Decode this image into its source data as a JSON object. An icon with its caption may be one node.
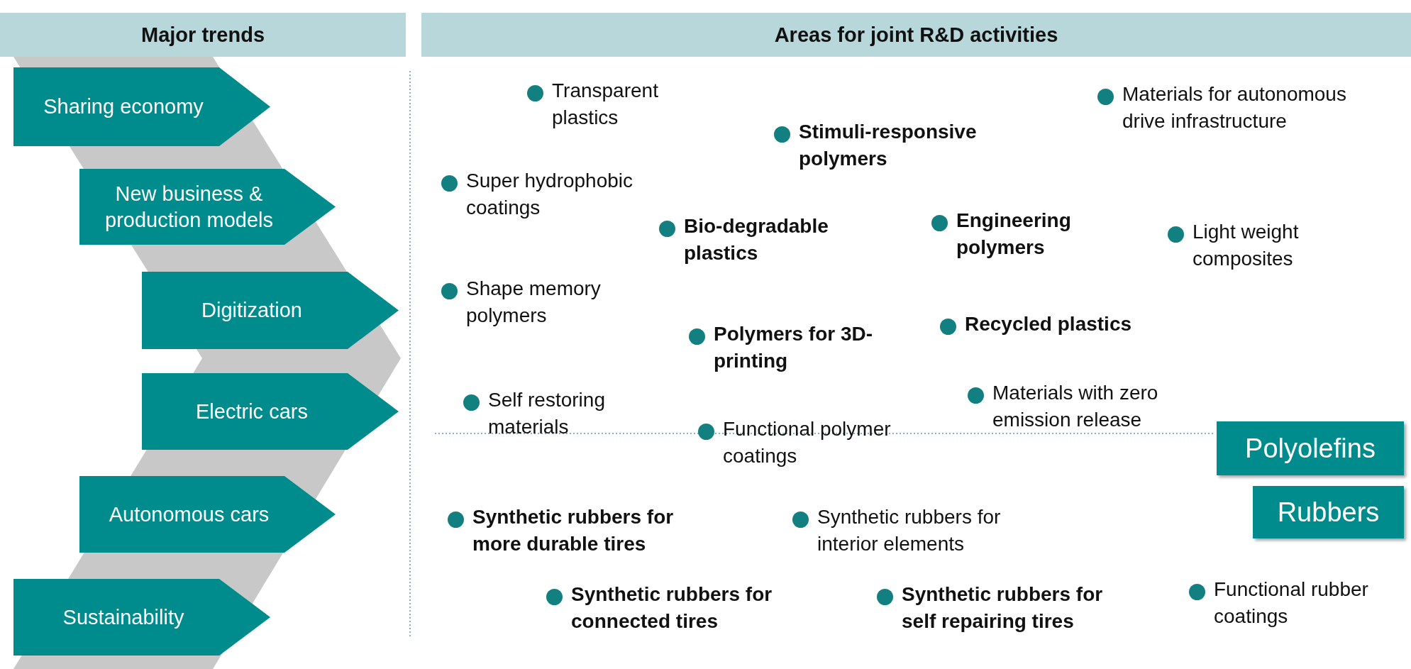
{
  "diagram": {
    "nodes": [
      {
        "text": [
          "Major trends"
        ]
      },
      {
        "text": [
          "Areas for joint R&D activities"
        ]
      },
      {
        "text": [
          "Sharing economy"
        ]
      },
      {
        "text": [
          "New business & production models"
        ]
      },
      {
        "text": [
          "Digitization"
        ]
      },
      {
        "text": [
          "Electric cars"
        ]
      },
      {
        "text": [
          "Autonomous cars"
        ]
      },
      {
        "text": [
          "Sustainability"
        ]
      },
      {
        "text": [
          "Polyolefins"
        ]
      },
      {
        "text": [
          "Rubbers"
        ]
      }
    ],
    "labels": [
      "Transparent plastics",
      "Materials for autonomous drive infrastructure",
      "Stimuli-responsive polymers",
      "Super hydrophobic coatings",
      "Bio-degradable plastics",
      "Engineering polymers",
      "Light weight composites",
      "Shape memory polymers",
      "Polymers for 3D-printing",
      "Recycled plastics",
      "Self restoring materials",
      "Materials with zero emission release",
      "Functional polymer coatings",
      "Synthetic rubbers for more durable tires",
      "Synthetic rubbers for interior elements",
      "Synthetic rubbers for connected tires",
      "Synthetic rubbers for self repairing tires",
      "Functional rubber coatings"
    ]
  }
}
